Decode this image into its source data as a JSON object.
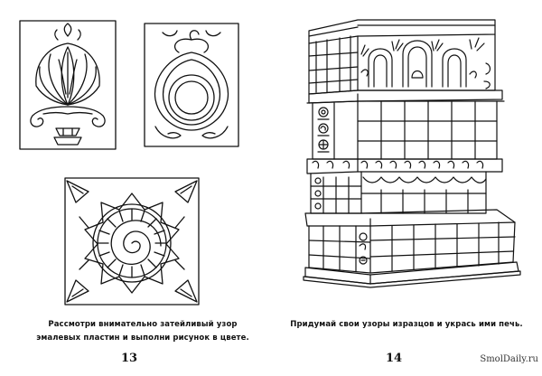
{
  "left_page": {
    "caption_line1": "Рассмотри внимательно затейливый узор",
    "caption_line2": "эмалевых пластин и выполни рисунок в цвете.",
    "page_number": "13"
  },
  "right_page": {
    "caption": "Придумай свои узоры изразцов и укрась ими печь.",
    "page_number": "14"
  },
  "watermark": "SmolDaily.ru"
}
